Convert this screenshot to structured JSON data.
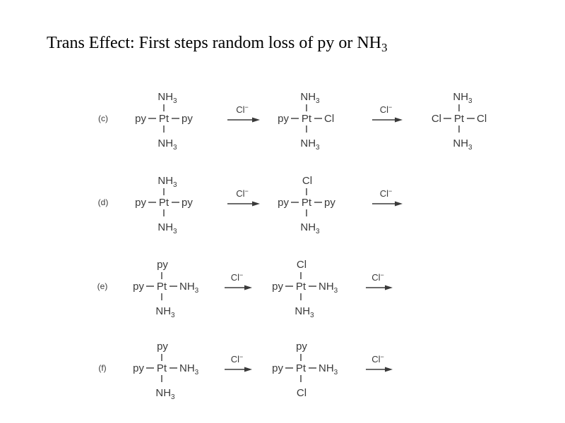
{
  "title": {
    "text": "Trans Effect: First steps random loss of py or NH",
    "subscript": "3"
  },
  "reagent": {
    "symbol": "Cl",
    "charge": "−"
  },
  "atoms": {
    "py": "py",
    "Pt": "Pt",
    "Cl": "Cl",
    "NH": "NH",
    "three": "3"
  },
  "rows": [
    {
      "label": "(c)",
      "complexes": [
        {
          "top": "NH3",
          "left": "py",
          "right": "py",
          "bottom": "NH3"
        },
        {
          "top": "NH3",
          "left": "py",
          "right": "Cl",
          "bottom": "NH3"
        },
        {
          "top": "NH3",
          "left": "Cl",
          "right": "Cl",
          "bottom": "NH3"
        }
      ]
    },
    {
      "label": "(d)",
      "complexes": [
        {
          "top": "NH3",
          "left": "py",
          "right": "py",
          "bottom": "NH3"
        },
        {
          "top": "Cl",
          "left": "py",
          "right": "py",
          "bottom": "NH3"
        }
      ]
    },
    {
      "label": "(e)",
      "complexes": [
        {
          "top": "py",
          "left": "py",
          "right": "NH3",
          "bottom": "NH3"
        },
        {
          "top": "Cl",
          "left": "py",
          "right": "NH3",
          "bottom": "NH3"
        }
      ]
    },
    {
      "label": "(f)",
      "complexes": [
        {
          "top": "py",
          "left": "py",
          "right": "NH3",
          "bottom": "NH3"
        },
        {
          "top": "py",
          "left": "py",
          "right": "NH3",
          "bottom": "Cl"
        }
      ]
    }
  ]
}
